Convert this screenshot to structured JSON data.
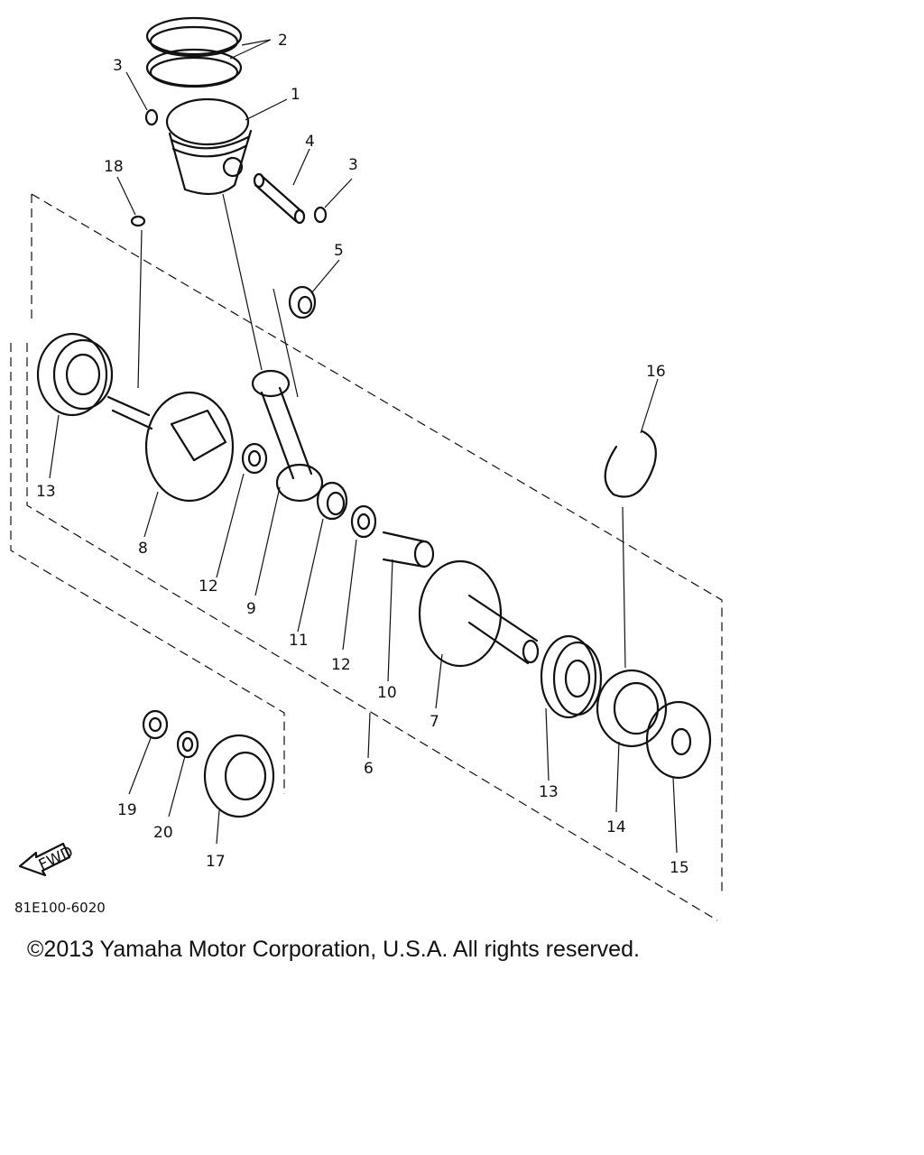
{
  "diagram": {
    "callouts": [
      "1",
      "2",
      "3",
      "3",
      "4",
      "5",
      "6",
      "7",
      "8",
      "9",
      "10",
      "11",
      "12",
      "12",
      "13",
      "13",
      "14",
      "15",
      "16",
      "17",
      "18",
      "19",
      "20"
    ],
    "fwd_label": "FWD",
    "drawing_code": "81E100-6020"
  },
  "footer": {
    "copyright": "©2013 Yamaha Motor Corporation, U.S.A. All rights reserved."
  }
}
